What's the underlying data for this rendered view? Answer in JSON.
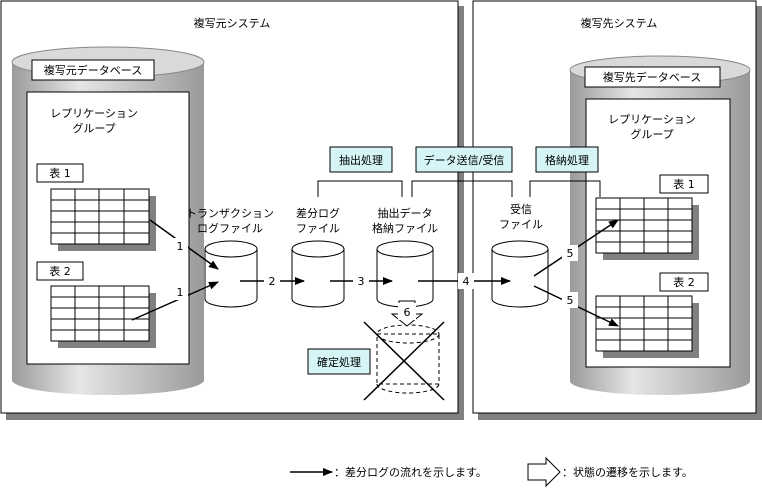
{
  "source_system": {
    "title": "複写元システム",
    "database": "複写元データベース",
    "group_line1": "レプリケーション",
    "group_line2": "グループ",
    "table1": "表 1",
    "table2": "表 2"
  },
  "target_system": {
    "title": "複写先システム",
    "database": "複写先データベース",
    "group_line1": "レプリケーション",
    "group_line2": "グループ",
    "table1": "表 1",
    "table2": "表 2"
  },
  "files": {
    "transaction_line1": "トランザクション",
    "transaction_line2": "ログファイル",
    "diff_line1": "差分ログ",
    "diff_line2": "ファイル",
    "extract_line1": "抽出データ",
    "extract_line2": "格納ファイル",
    "receive_line1": "受信",
    "receive_line2": "ファイル"
  },
  "processes": {
    "extract": "抽出処理",
    "send_receive": "データ送信/受信",
    "store": "格納処理",
    "confirm": "確定処理"
  },
  "steps": {
    "s1a": "1",
    "s1b": "1",
    "s2": "2",
    "s3": "3",
    "s4": "4",
    "s5a": "5",
    "s5b": "5",
    "s6": "6"
  },
  "legend": {
    "flow": "：差分ログの流れを示します。",
    "transition": "：状態の遷移を示します。"
  },
  "colors": {
    "process_box": "#d4f4f6",
    "shadow": "#808080",
    "cylinder_gray": "#c8c8c8"
  }
}
